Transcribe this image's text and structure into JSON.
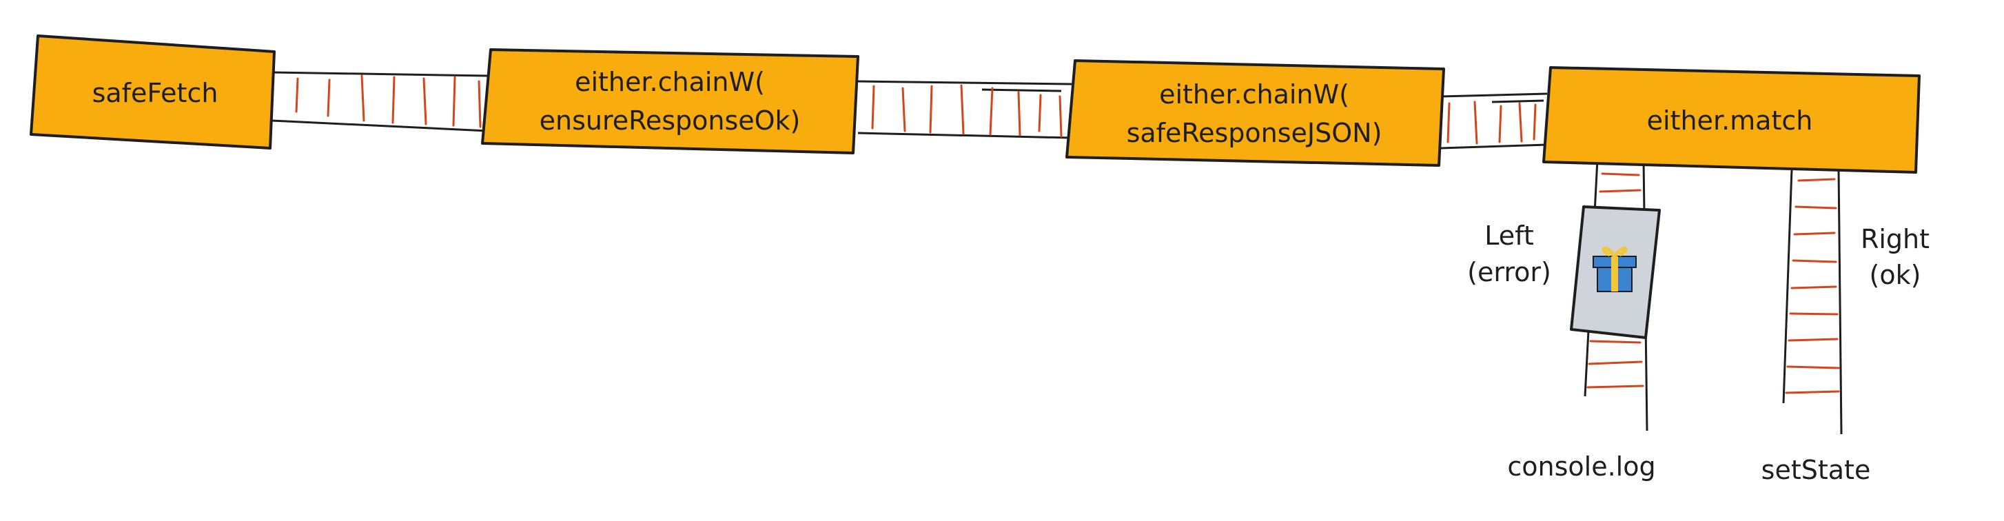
{
  "colors": {
    "box_fill": "#f8ac0d",
    "box_stroke": "#1e1e1e",
    "pipe_stroke": "#1e1e1e",
    "pipe_ticks": "#d4451b",
    "package_fill": "#ced4da",
    "text": "#1e1e1e"
  },
  "nodes": {
    "safe_fetch": {
      "lines": [
        "safeFetch"
      ]
    },
    "chain_ensure_ok": {
      "lines": [
        "either.chainW(",
        "ensureResponseOk)"
      ]
    },
    "chain_safe_json": {
      "lines": [
        "either.chainW(",
        "safeResponseJSON)"
      ]
    },
    "either_match": {
      "lines": [
        "either.match"
      ]
    }
  },
  "branches": {
    "left": {
      "lines": [
        "Left",
        "(error)"
      ],
      "output": "console.log"
    },
    "right": {
      "lines": [
        "Right",
        "(ok)"
      ],
      "output": "setState"
    }
  },
  "package_icon": "gift-icon"
}
